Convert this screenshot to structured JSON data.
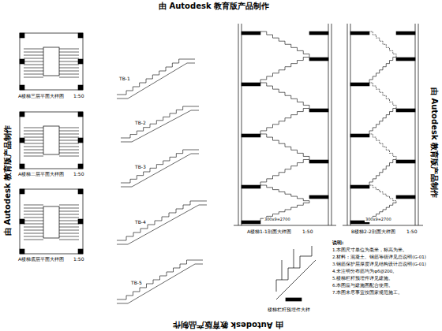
{
  "diagram": {
    "labels": [
      "由 Autodesk 教育版产品制作",
      "由 Autodesk 教育版产品制作",
      "由 Autodesk 教育版产品制作",
      "由 Autodesk 教育版产品制作",
      "A楼梯三层平面大样图",
      "1:50",
      "A楼梯二层平面大样图",
      "1:50",
      "A楼梯底层平面大样图",
      "1:50",
      "TB-1",
      "TB-2",
      "TB-3",
      "TB-4",
      "TB-5",
      "楼梯栏杆预埋件大样",
      "A楼梯1-1剖面大样图",
      "1:50",
      "B楼梯2-2剖面大样图",
      "1:50",
      "说明:",
      "1.本图尺寸单位为毫米，标高为米。",
      "2.材料：混凝土、钢筋等级详见总说明(G-01)",
      "3.钢筋保护层厚度详见结构设计总说明(G-01)",
      "4.未注明分布筋均为φ6@200。",
      "5.楼梯栏杆预埋件详见建施。",
      "6.本图应与建施图配合使用。",
      "7.本图未尽事宜按国家规范施工。",
      "300x9=2700",
      "300x9=2700"
    ]
  }
}
